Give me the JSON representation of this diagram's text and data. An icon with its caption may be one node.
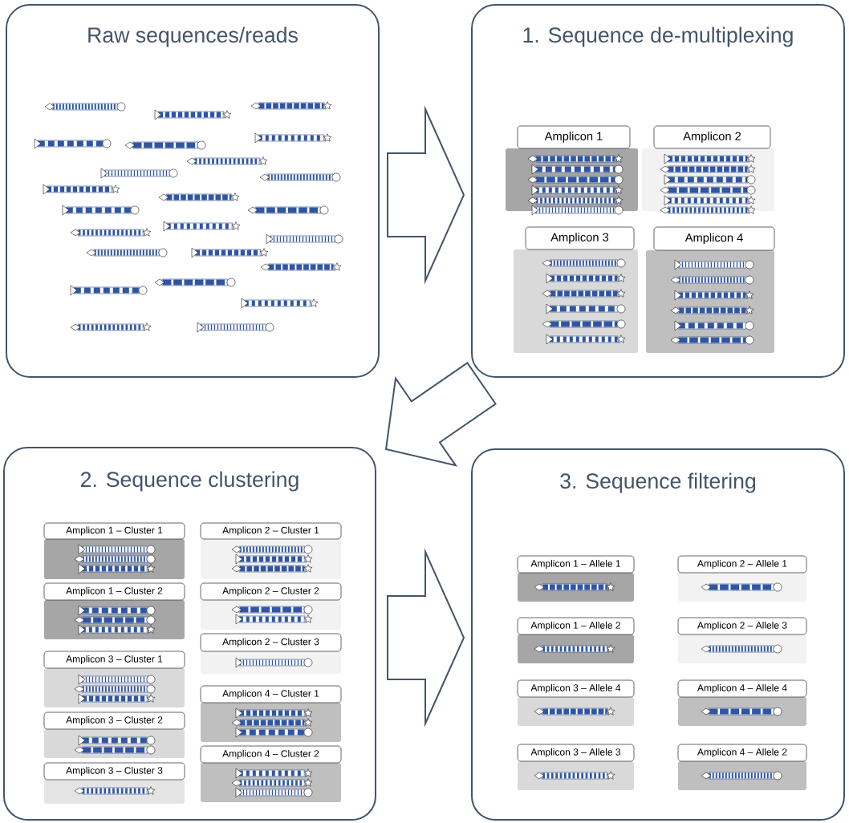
{
  "diagram": {
    "nodes": [
      {
        "text": [
          "Raw sequences/reads"
        ]
      },
      {
        "text": [
          "1. Sequence de-multiplexing"
        ]
      },
      {
        "text": [
          "Amplicon 1"
        ],
        "in": 1
      },
      {
        "text": [
          "Amplicon 2"
        ],
        "in": 1
      },
      {
        "text": [
          "Amplicon 3"
        ],
        "in": 1
      },
      {
        "text": [
          "Amplicon 4"
        ],
        "in": 1
      },
      {
        "text": [
          "2. Sequence clustering"
        ]
      },
      {
        "text": [
          "Amplicon 1 – Cluster 1"
        ],
        "in": 6
      },
      {
        "text": [
          "Amplicon 1 – Cluster 2"
        ],
        "in": 6
      },
      {
        "text": [
          "Amplicon 3 – Cluster 1"
        ],
        "in": 6
      },
      {
        "text": [
          "Amplicon 3 – Cluster 2"
        ],
        "in": 6
      },
      {
        "text": [
          "Amplicon 3 – Cluster 3"
        ],
        "in": 6
      },
      {
        "text": [
          "Amplicon 2 – Cluster 1"
        ],
        "in": 6
      },
      {
        "text": [
          "Amplicon 2 – Cluster 2"
        ],
        "in": 6
      },
      {
        "text": [
          "Amplicon 2 – Cluster 3"
        ],
        "in": 6
      },
      {
        "text": [
          "Amplicon 4 – Cluster 1"
        ],
        "in": 6
      },
      {
        "text": [
          "Amplicon 4 – Cluster 2"
        ],
        "in": 6
      },
      {
        "text": [
          "3. Sequence filtering"
        ]
      },
      {
        "text": [
          "Amplicon 1 – Allele 1"
        ],
        "in": 17
      },
      {
        "text": [
          "Amplicon 2 – Allele 1"
        ],
        "in": 17
      },
      {
        "text": [
          "Amplicon 1 – Allele 2"
        ],
        "in": 17
      },
      {
        "text": [
          "Amplicon 2 – Allele 3"
        ],
        "in": 17
      },
      {
        "text": [
          "Amplicon 3 – Allele 4"
        ],
        "in": 17
      },
      {
        "text": [
          "Amplicon 4 – Allele 4"
        ],
        "in": 17
      },
      {
        "text": [
          "Amplicon 3 – Allele 3"
        ],
        "in": 17
      },
      {
        "text": [
          "Amplicon 4 – Allele 2"
        ],
        "in": 17
      }
    ],
    "edges": [
      {
        "from": 0,
        "to": 1,
        "arrow": "to"
      },
      {
        "from": 1,
        "to": 6,
        "arrow": "to"
      },
      {
        "from": 6,
        "to": 17,
        "arrow": "to"
      }
    ]
  }
}
